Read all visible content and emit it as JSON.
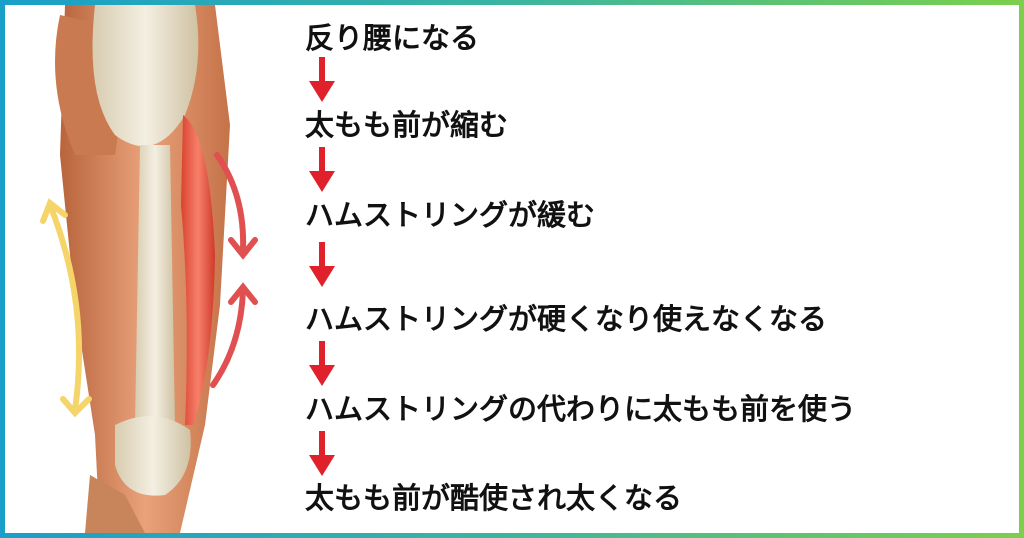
{
  "steps": [
    {
      "label": "反り腰になる"
    },
    {
      "label": "太もも前が縮む"
    },
    {
      "label": "ハムストリングが緩む"
    },
    {
      "label": "ハムストリングが硬くなり使えなくなる"
    },
    {
      "label": "ハムストリングの代わりに太もも前を使う"
    },
    {
      "label": "太もも前が酷使され太くなる"
    }
  ],
  "colors": {
    "arrow": "#e0202a",
    "border_start": "#1a9fc9",
    "border_end": "#7bd04a",
    "muscle_arrows": "#e05050",
    "length_arrow": "#f5d56a"
  }
}
